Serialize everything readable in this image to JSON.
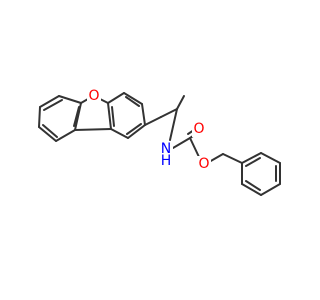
{
  "atoms": [
    {
      "id": "O1",
      "label": "O",
      "color": "#ff0000"
    },
    {
      "id": "N1",
      "label": "N",
      "color": "#0000ff"
    },
    {
      "id": "H1",
      "label": "H",
      "color": "#0000ff"
    },
    {
      "id": "O2",
      "label": "O",
      "color": "#ff0000"
    },
    {
      "id": "O3",
      "label": "O",
      "color": "#ff0000"
    }
  ],
  "colors": {
    "bond": "#333333",
    "oxygen": "#ff0000",
    "nitrogen": "#0000ff",
    "background": "#ffffff"
  }
}
